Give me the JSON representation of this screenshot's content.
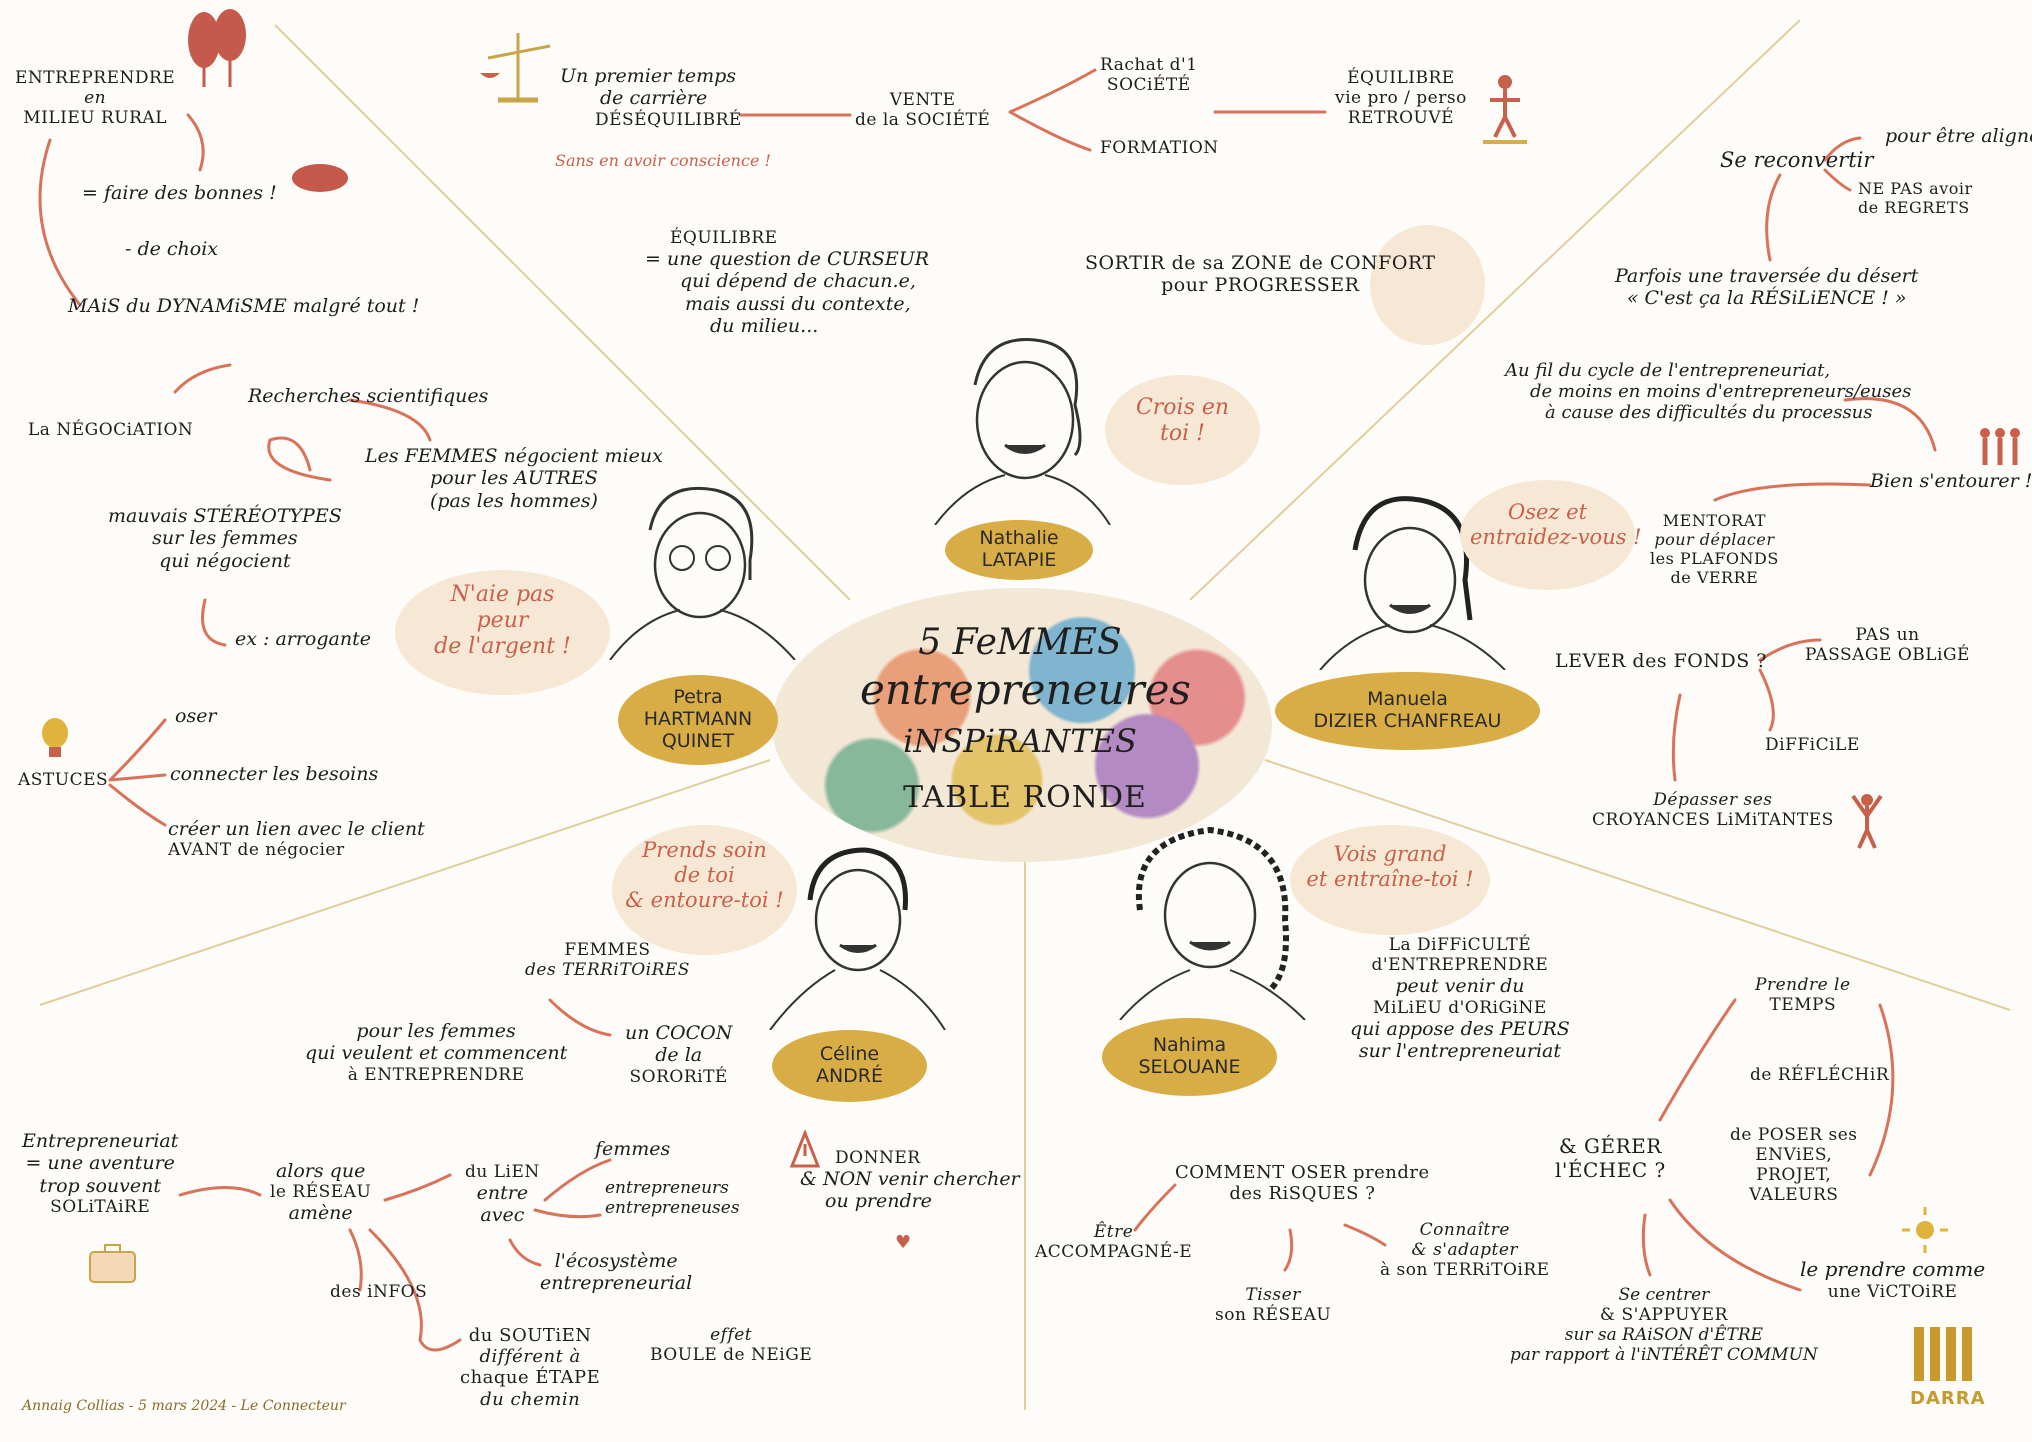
{
  "title": {
    "line1": "5 FeMMES",
    "line2": "entrepreneures",
    "line3": "iNSPiRANTES",
    "line4": "TABLE RONDE"
  },
  "people": [
    {
      "first": "Nathalie",
      "last": "LATAPIE",
      "quote": [
        "Crois en",
        "toi !"
      ]
    },
    {
      "first": "Petra",
      "last": "HARTMANN",
      "last2": "QUINET",
      "quote": [
        "N'aie pas",
        "peur",
        "de l'argent !"
      ]
    },
    {
      "first": "Manuela",
      "last": "DIZIER CHANFREAU",
      "quote": [
        "Osez et",
        "entraidez-vous !"
      ]
    },
    {
      "first": "Céline",
      "last": "ANDRÉ",
      "quote": [
        "Prends soin",
        "de toi",
        "& entoure-toi !"
      ]
    },
    {
      "first": "Nahima",
      "last": "SELOUANE",
      "quote": [
        "Vois grand",
        "et entraîne-toi !"
      ]
    }
  ],
  "top": {
    "premier": [
      "Un premier temps",
      "de carrière",
      "DÉSÉQUILIBRÉ"
    ],
    "sans": "Sans en avoir conscience !",
    "vente": [
      "VENTE",
      "de la SOCIÉTÉ"
    ],
    "rachat": [
      "Rachat d'1",
      "SOCiÉTÉ"
    ],
    "formation": "FORMATION",
    "equilibre": [
      "ÉQUILIBRE",
      "vie pro / perso",
      "RETROUVÉ"
    ],
    "equilibre2": [
      "ÉQUILIBRE",
      "= une question de CURSEUR",
      "qui dépend de chacun.e,",
      "mais aussi du contexte,",
      "du milieu..."
    ],
    "sortir": [
      "SORTIR de sa ZONE de CONFORT",
      "pour PROGRESSER"
    ]
  },
  "topleft": {
    "rural": [
      "ENTREPRENDRE",
      "en",
      "MILIEU RURAL"
    ],
    "bonnes": "= faire des bonnes !",
    "choix": "- de choix",
    "mais": "MAiS du DYNAMiSME malgré tout !",
    "nego": "La NÉGOCiATION",
    "recherches": "Recherches scientifiques",
    "femmes": [
      "Les FEMMES négocient mieux",
      "pour les AUTRES",
      "(pas les hommes)"
    ],
    "stereo": [
      "mauvais STÉRÉOTYPES",
      "sur les femmes",
      "qui négocient"
    ],
    "arrogante": "ex : arrogante"
  },
  "astuces": {
    "label": "ASTUCES",
    "items": [
      "oser",
      "connecter les besoins",
      "créer un lien avec le client",
      "AVANT de négocier"
    ]
  },
  "topright": {
    "reconvertir": "Se reconvertir",
    "alignee": "pour être alignée",
    "regrets": [
      "NE PAS avoir",
      "de REGRETS"
    ],
    "desert": [
      "Parfois une traversée du désert",
      "« C'est ça la RÉSiLiENCE ! »"
    ],
    "cycle": [
      "Au fil du cycle de l'entrepreneuriat,",
      "de moins en moins d'entrepreneurs/euses",
      "à cause des difficultés du processus"
    ],
    "entourer": "Bien s'entourer !",
    "mentorat": [
      "MENTORAT",
      "pour déplacer",
      "les PLAFONDS",
      "de VERRE"
    ],
    "lever": "LEVER des FONDS ?",
    "pas": [
      "PAS un",
      "PASSAGE OBLiGÉ"
    ],
    "difficile": "DiFFiCiLE",
    "depasser": [
      "Dépasser ses",
      "CROYANCES LiMiTANTES"
    ]
  },
  "bottomleft": {
    "territoires": [
      "FEMMES",
      "des TERRiTOiRES"
    ],
    "pour": [
      "pour les femmes",
      "qui veulent et commencent",
      "à ENTREPRENDRE"
    ],
    "cocon": [
      "un COCON",
      "de la",
      "SORORiTÉ"
    ],
    "aventure": [
      "Entrepreneuriat",
      "= une aventure",
      "trop souvent",
      "SOLiTAiRE"
    ],
    "reseau": [
      "alors que",
      "le RÉSEAU",
      "amène"
    ],
    "lien": [
      "du LiEN",
      "entre",
      "avec"
    ],
    "femmes2": "femmes",
    "entrepreneurs": [
      "entrepreneurs",
      "entrepreneuses"
    ],
    "ecosysteme": [
      "l'écosystème",
      "entrepreneurial"
    ],
    "infos": "des iNFOS",
    "soutien": [
      "du SOUTiEN",
      "différent à",
      "chaque ÉTAPE",
      "du chemin"
    ],
    "boule": [
      "effet",
      "BOULE de NEiGE"
    ],
    "donner": [
      "DONNER",
      "& NON venir chercher",
      "ou prendre"
    ]
  },
  "bottomright": {
    "difficulte": [
      "La DiFFiCULTÉ",
      "d'ENTREPRENDRE",
      "peut venir du",
      "MiLiEU d'ORiGiNE",
      "qui appose des PEURS",
      "sur l'entrepreneuriat"
    ],
    "oser": [
      "COMMENT OSER prendre",
      "des RiSQUES ?"
    ],
    "accompagnee": [
      "Être",
      "ACCOMPAGNÉ-E"
    ],
    "tisser": [
      "Tisser",
      "son RÉSEAU"
    ],
    "connaitre": [
      "Connaître",
      "& s'adapter",
      "à son TERRiTOiRE"
    ],
    "gerer": [
      "& GÉRER",
      "l'ÉCHEC ?"
    ],
    "temps": [
      "Prendre le",
      "TEMPS"
    ],
    "reflechir": "de RÉFLÉCHiR",
    "poser": [
      "de POSER ses",
      "ENViES,",
      "PROJET,",
      "VALEURS"
    ],
    "victoire": [
      "le prendre comme",
      "une ViCTOiRE"
    ],
    "centrer": [
      "Se centrer",
      "& S'APPUYER",
      "sur sa RAiSON d'ÊTRE",
      "par rapport à l'iNTÉRÊT COMMUN"
    ]
  },
  "credit": "Annaig Collias - 5 mars 2024 - Le Connecteur",
  "logo": "DARRA",
  "colors": {
    "accent": "#c8614b",
    "gold": "#d9ad45",
    "cream": "#f6e8d4"
  }
}
